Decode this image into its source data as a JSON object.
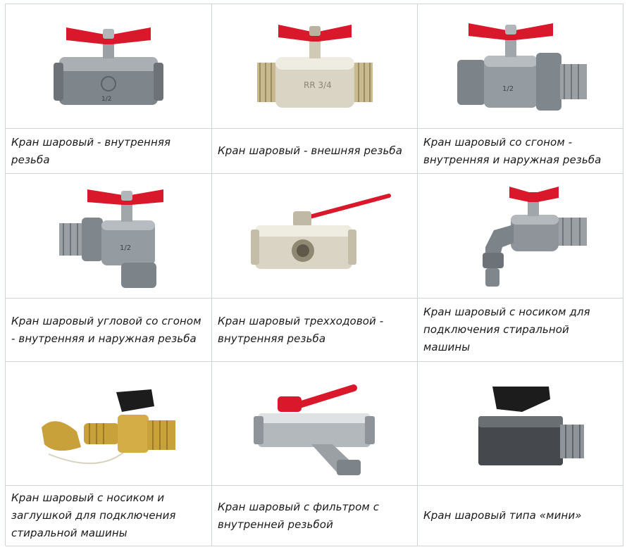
{
  "captions": [
    [
      "Кран шаровый - внутренняя резьба",
      "Кран шаровый - внешняя резьба",
      "Кран шаровый со сгоном - внутренняя и наружная резьба"
    ],
    [
      "Кран шаровый угловой со сгоном - внутренняя и наружная резьба",
      "Кран шаровый трехходовой - внутренняя резьба",
      "Кран шаровый с носиком для подключения стиральной машины"
    ],
    [
      "Кран шаровый с носиком и заглушкой для подключения стиральной машины",
      "Кран шаровый с фильтром с внутренней резьбой",
      "Кран шаровый типа «мини»"
    ]
  ],
  "image_labels": {
    "valve_1_marking": "1/2",
    "valve_2_marking": "RR 3/4",
    "valve_3_marking": "1/2",
    "valve_4_marking": "1/2"
  },
  "colors": {
    "handle_red": "#d9182b",
    "handle_black": "#1c1c1c",
    "steel": "#8e9499",
    "brass_nickel": "#d9d4c3",
    "brass": "#c9a13b",
    "grid_line": "#cfd4d6"
  }
}
